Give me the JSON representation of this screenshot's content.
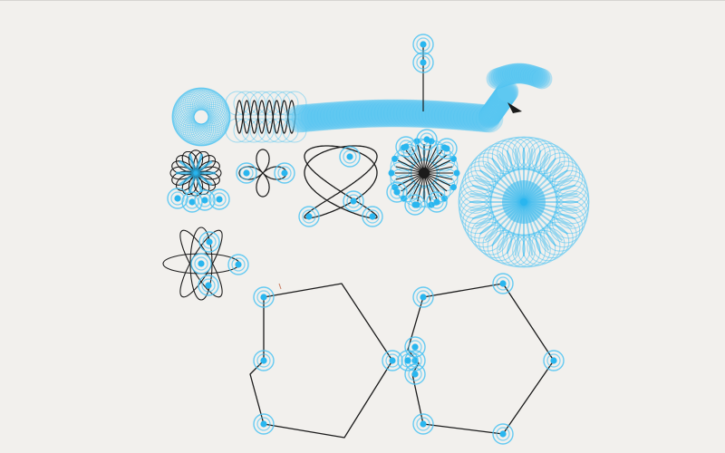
{
  "app": {
    "background": "#f2f0ed",
    "top_border": "#d7d5d2"
  },
  "theme": {
    "handle_fill": "#29b6ef",
    "handle_ring": "#4cc3f2",
    "stroke": "#1b1b1b"
  },
  "shapes": [
    {
      "kind": "torus",
      "icon": "torus-ring"
    },
    {
      "kind": "lissajous-band",
      "icon": "lissajous-loops"
    },
    {
      "kind": "thick-tube",
      "icon": "swept-tube"
    },
    {
      "kind": "starburst-flower",
      "icon": "petal-starburst"
    },
    {
      "kind": "four-petal-rose",
      "icon": "rose-curve-4"
    },
    {
      "kind": "lissajous-figure",
      "icon": "lissajous-figure"
    },
    {
      "kind": "radial-mandala",
      "icon": "radial-spokes"
    },
    {
      "kind": "spiral-disc",
      "icon": "ring-disc"
    },
    {
      "kind": "ellipse-flower",
      "icon": "crossed-ellipses"
    },
    {
      "kind": "hexagon-open",
      "icon": "hexagon-path"
    },
    {
      "kind": "hexagon-dented",
      "icon": "hexagon-path-dented"
    },
    {
      "kind": "stem-handle",
      "icon": "vertical-stem"
    }
  ]
}
